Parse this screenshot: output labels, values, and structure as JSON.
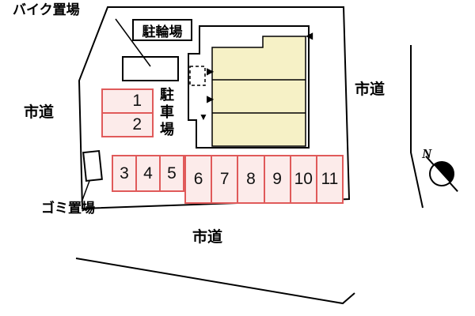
{
  "labels": {
    "bike_parking": "バイク置場",
    "bicycle_parking": "駐輪場",
    "road_left": "市道",
    "road_right": "市道",
    "road_bottom": "市道",
    "car_parking": "駐車場",
    "garbage_area": "ゴミ置場",
    "north_mark": "N"
  },
  "parking": {
    "spaces": [
      "1",
      "2",
      "3",
      "4",
      "5",
      "6",
      "7",
      "8",
      "9",
      "10",
      "11"
    ]
  },
  "icons": {
    "entrance_right_1": "▶",
    "entrance_right_2": "▶",
    "entrance_down": "▼",
    "entrance_left": "◀"
  },
  "colors": {
    "parking_fill": "#fcebea",
    "parking_border": "#e05a5a",
    "building_unit_fill": "#f6f1c6",
    "outline": "#000000"
  }
}
